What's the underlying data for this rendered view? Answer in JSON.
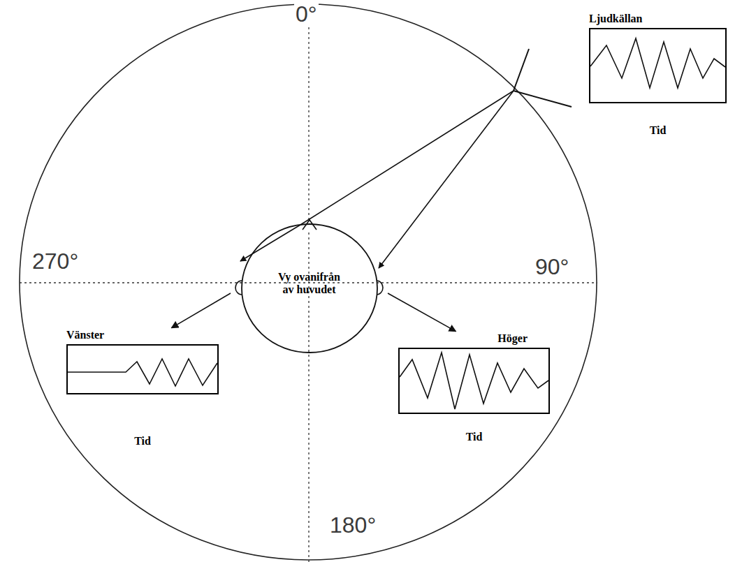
{
  "diagram": {
    "nodes": [
      {
        "text": [
          "Ljudkällan",
          "Tid"
        ]
      },
      {
        "text": [
          "Vy ovanifrån av huvudet"
        ]
      },
      {
        "text": [
          "Vänster",
          "Tid"
        ]
      },
      {
        "text": [
          "Höger",
          "Tid"
        ]
      }
    ],
    "edges": [
      {
        "from": 1,
        "to": 2,
        "arrow": "to"
      },
      {
        "from": 1,
        "to": 3,
        "arrow": "to"
      }
    ],
    "labels": [
      "0°",
      "270°",
      "90°",
      "180°"
    ]
  }
}
